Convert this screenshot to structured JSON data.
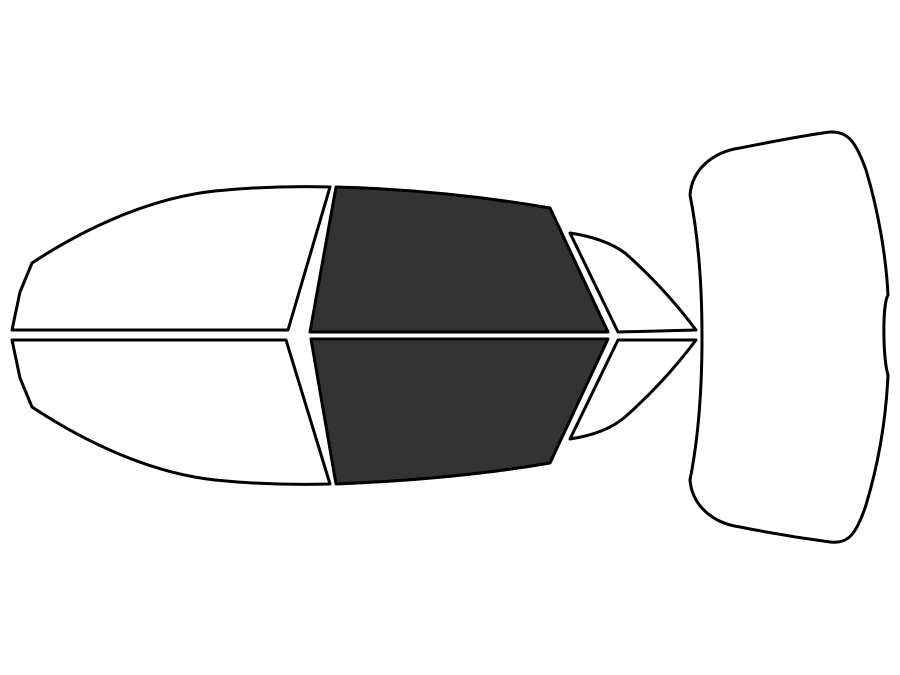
{
  "diagram": {
    "type": "window-tint-layout",
    "windows": [
      {
        "id": "front-driver",
        "tinted": false
      },
      {
        "id": "front-passenger",
        "tinted": false
      },
      {
        "id": "rear-driver",
        "tinted": true
      },
      {
        "id": "rear-passenger",
        "tinted": true
      },
      {
        "id": "quarter-driver",
        "tinted": false
      },
      {
        "id": "quarter-passenger",
        "tinted": false
      },
      {
        "id": "rear-windshield",
        "tinted": false
      }
    ]
  },
  "colors": {
    "tinted": "#333333",
    "clear": "#ffffff",
    "outline": "#000000"
  }
}
